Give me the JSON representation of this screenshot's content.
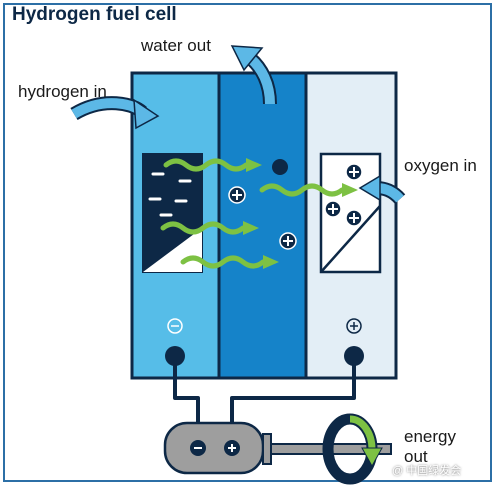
{
  "title": "Hydrogen fuel cell",
  "labels": {
    "water_out": "water out",
    "hydrogen_in": "hydrogen in",
    "oxygen_in": "oxygen in",
    "energy_line1": "energy",
    "energy_line2": "out"
  },
  "watermark": "@ 中国绿发会",
  "colors": {
    "frame": "#2c6fa6",
    "title": "#0d2846",
    "anode": "#56bde8",
    "electrolyte": "#1583c9",
    "cathode": "#e3eef6",
    "cell_border": "#0d2846",
    "wavy_arrow": "#7dc143",
    "inlet_arrow": "#5cb8e6",
    "motor_body": "#9e9e9e"
  },
  "icons": [
    "minus-sign-icon",
    "plus-sign-icon",
    "electron-dot-icon",
    "terminal-icon",
    "rotation-arrow-icon"
  ]
}
